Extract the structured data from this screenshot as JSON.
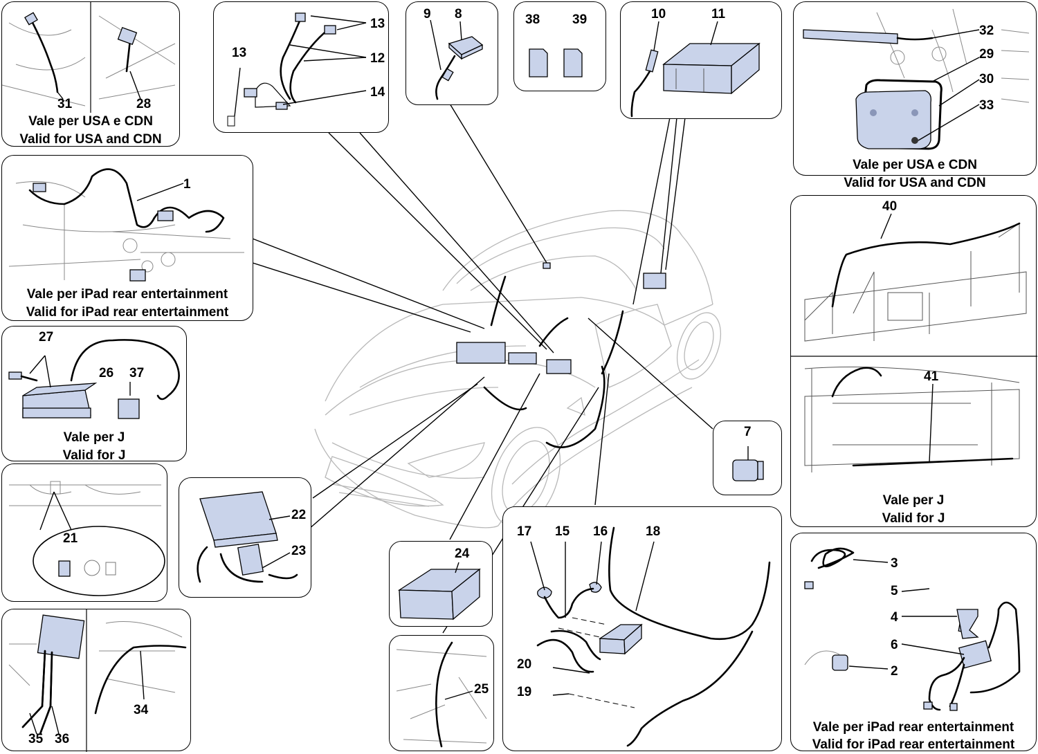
{
  "colors": {
    "part_fill": "#c9d3ea",
    "line": "#000000",
    "car_line": "#b8b8b8",
    "background": "#ffffff"
  },
  "panels": {
    "p_31_28": {
      "captions": [
        "Vale per USA e CDN",
        "Valid for USA and CDN"
      ],
      "numbers": [
        "31",
        "28"
      ]
    },
    "p_1": {
      "captions": [
        "Vale per iPad rear entertainment",
        "Valid for iPad rear entertainment"
      ],
      "numbers": [
        "1"
      ]
    },
    "p_27_26_37": {
      "captions": [
        "Vale per J",
        "Valid for J"
      ],
      "numbers": [
        "27",
        "26",
        "37"
      ]
    },
    "p_21": {
      "numbers": [
        "21"
      ]
    },
    "p_34_35_36": {
      "numbers": [
        "34",
        "35",
        "36"
      ]
    },
    "p_12_13_14": {
      "numbers": [
        "13",
        "13",
        "12",
        "14"
      ]
    },
    "p_9_8": {
      "numbers": [
        "9",
        "8"
      ]
    },
    "p_38_39": {
      "numbers": [
        "38",
        "39"
      ]
    },
    "p_10_11": {
      "numbers": [
        "10",
        "11"
      ]
    },
    "p_32_33": {
      "captions": [
        "Vale per USA e CDN",
        "Valid for USA and CDN"
      ],
      "numbers": [
        "32",
        "29",
        "30",
        "33"
      ]
    },
    "p_40_41": {
      "captions": [
        "Vale per J",
        "Valid for J"
      ],
      "numbers": [
        "40",
        "41"
      ]
    },
    "p_7": {
      "numbers": [
        "7"
      ]
    },
    "p_22_23": {
      "numbers": [
        "22",
        "23"
      ]
    },
    "p_24": {
      "numbers": [
        "24"
      ]
    },
    "p_25": {
      "numbers": [
        "25"
      ]
    },
    "p_15_20": {
      "numbers": [
        "17",
        "15",
        "16",
        "18",
        "20",
        "19"
      ]
    },
    "p_2_6": {
      "captions": [
        "Vale per iPad rear entertainment",
        "Valid for iPad rear entertainment"
      ],
      "numbers": [
        "3",
        "5",
        "4",
        "6",
        "2"
      ]
    }
  }
}
